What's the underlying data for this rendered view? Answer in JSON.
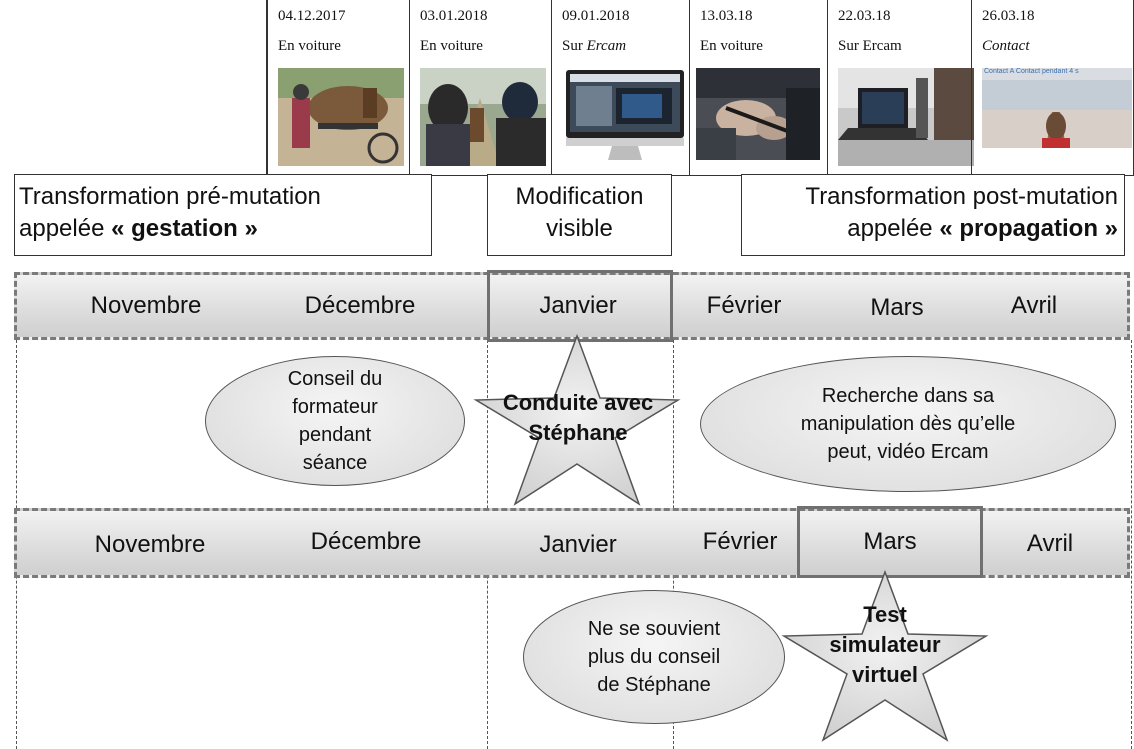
{
  "photos": [
    {
      "date": "04.12.2017",
      "caption": "En voiture",
      "caption_italic": false,
      "image": "photo-horse-harnessing"
    },
    {
      "date": "03.01.2018",
      "caption": "En voiture",
      "caption_italic": false,
      "image": "photo-driving-carriage"
    },
    {
      "date": "09.01.2018",
      "caption_prefix": "Sur ",
      "caption_em": "Ercam",
      "image": "photo-computer-monitor"
    },
    {
      "date": "13.03.18",
      "caption": "En voiture",
      "caption_italic": false,
      "image": "photo-hands-reins"
    },
    {
      "date": "22.03.18",
      "caption": "Sur Ercam",
      "caption_italic": false,
      "image": "photo-laptop-desk"
    },
    {
      "date": "26.03.18",
      "caption": "Contact",
      "caption_italic": true,
      "image": "photo-simulator-screen",
      "screen_text": "Contact A Contact pendant 4 s"
    }
  ],
  "phases": {
    "pre": {
      "line1": "Transformation pré-mutation",
      "line2_prefix": "appelée ",
      "line2_bold": "« gestation »"
    },
    "visible": {
      "line1": "Modification",
      "line2": "visible"
    },
    "post": {
      "line1": "Transformation post-mutation",
      "line2_prefix": "appelée ",
      "line2_bold": "«  propagation »"
    }
  },
  "timeline_top": {
    "months": [
      "Novembre",
      "Décembre",
      "Janvier",
      "Février",
      "Mars",
      "Avril"
    ]
  },
  "events_top": {
    "ellipse_left": [
      "Conseil du",
      "formateur",
      "pendant",
      "séance"
    ],
    "star": [
      "Conduite avec",
      "Stéphane"
    ],
    "ellipse_right": [
      "Recherche dans sa",
      "manipulation dès qu’elle",
      "peut, vidéo Ercam"
    ]
  },
  "timeline_bottom": {
    "months": [
      "Novembre",
      "Décembre",
      "Janvier",
      "Février",
      "Mars",
      "Avril"
    ]
  },
  "events_bottom": {
    "ellipse": [
      "Ne se souvient",
      "plus du conseil",
      "de Stéphane"
    ],
    "star": [
      "Test",
      "simulateur",
      "virtuel"
    ]
  }
}
